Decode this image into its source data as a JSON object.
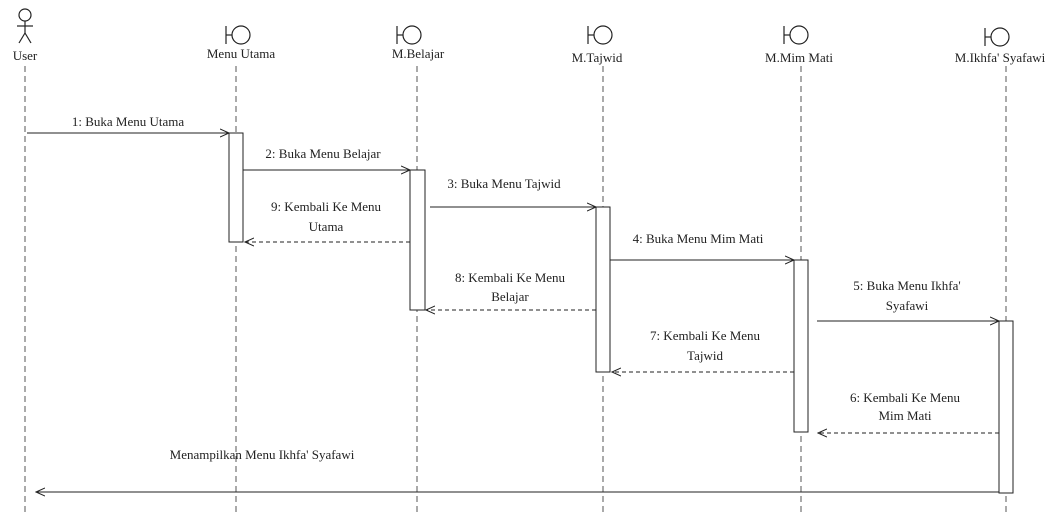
{
  "participants": [
    {
      "name": "User",
      "kind": "actor"
    },
    {
      "name": "Menu Utama",
      "kind": "boundary"
    },
    {
      "name": "M.Belajar",
      "kind": "boundary"
    },
    {
      "name": "M.Tajwid",
      "kind": "boundary"
    },
    {
      "name": "M.Mim Mati",
      "kind": "boundary"
    },
    {
      "name": "M.Ikhfa' Syafawi",
      "kind": "boundary"
    }
  ],
  "messages": [
    {
      "lines": [
        "1: Buka Menu Utama"
      ],
      "type": "sync"
    },
    {
      "lines": [
        "2: Buka Menu Belajar"
      ],
      "type": "sync"
    },
    {
      "lines": [
        "3: Buka Menu Tajwid"
      ],
      "type": "sync"
    },
    {
      "lines": [
        "4: Buka Menu Mim Mati"
      ],
      "type": "sync"
    },
    {
      "lines": [
        "5: Buka Menu Ikhfa'",
        "Syafawi"
      ],
      "type": "sync"
    },
    {
      "lines": [
        "6: Kembali Ke Menu",
        "Mim Mati"
      ],
      "type": "return"
    },
    {
      "lines": [
        "7: Kembali Ke Menu",
        "Tajwid"
      ],
      "type": "return"
    },
    {
      "lines": [
        "8: Kembali Ke Menu",
        "Belajar"
      ],
      "type": "return"
    },
    {
      "lines": [
        "9: Kembali Ke Menu",
        "Utama"
      ],
      "type": "return"
    },
    {
      "lines": [
        "Menampilkan Menu Ikhfa' Syafawi"
      ],
      "type": "sync"
    }
  ]
}
